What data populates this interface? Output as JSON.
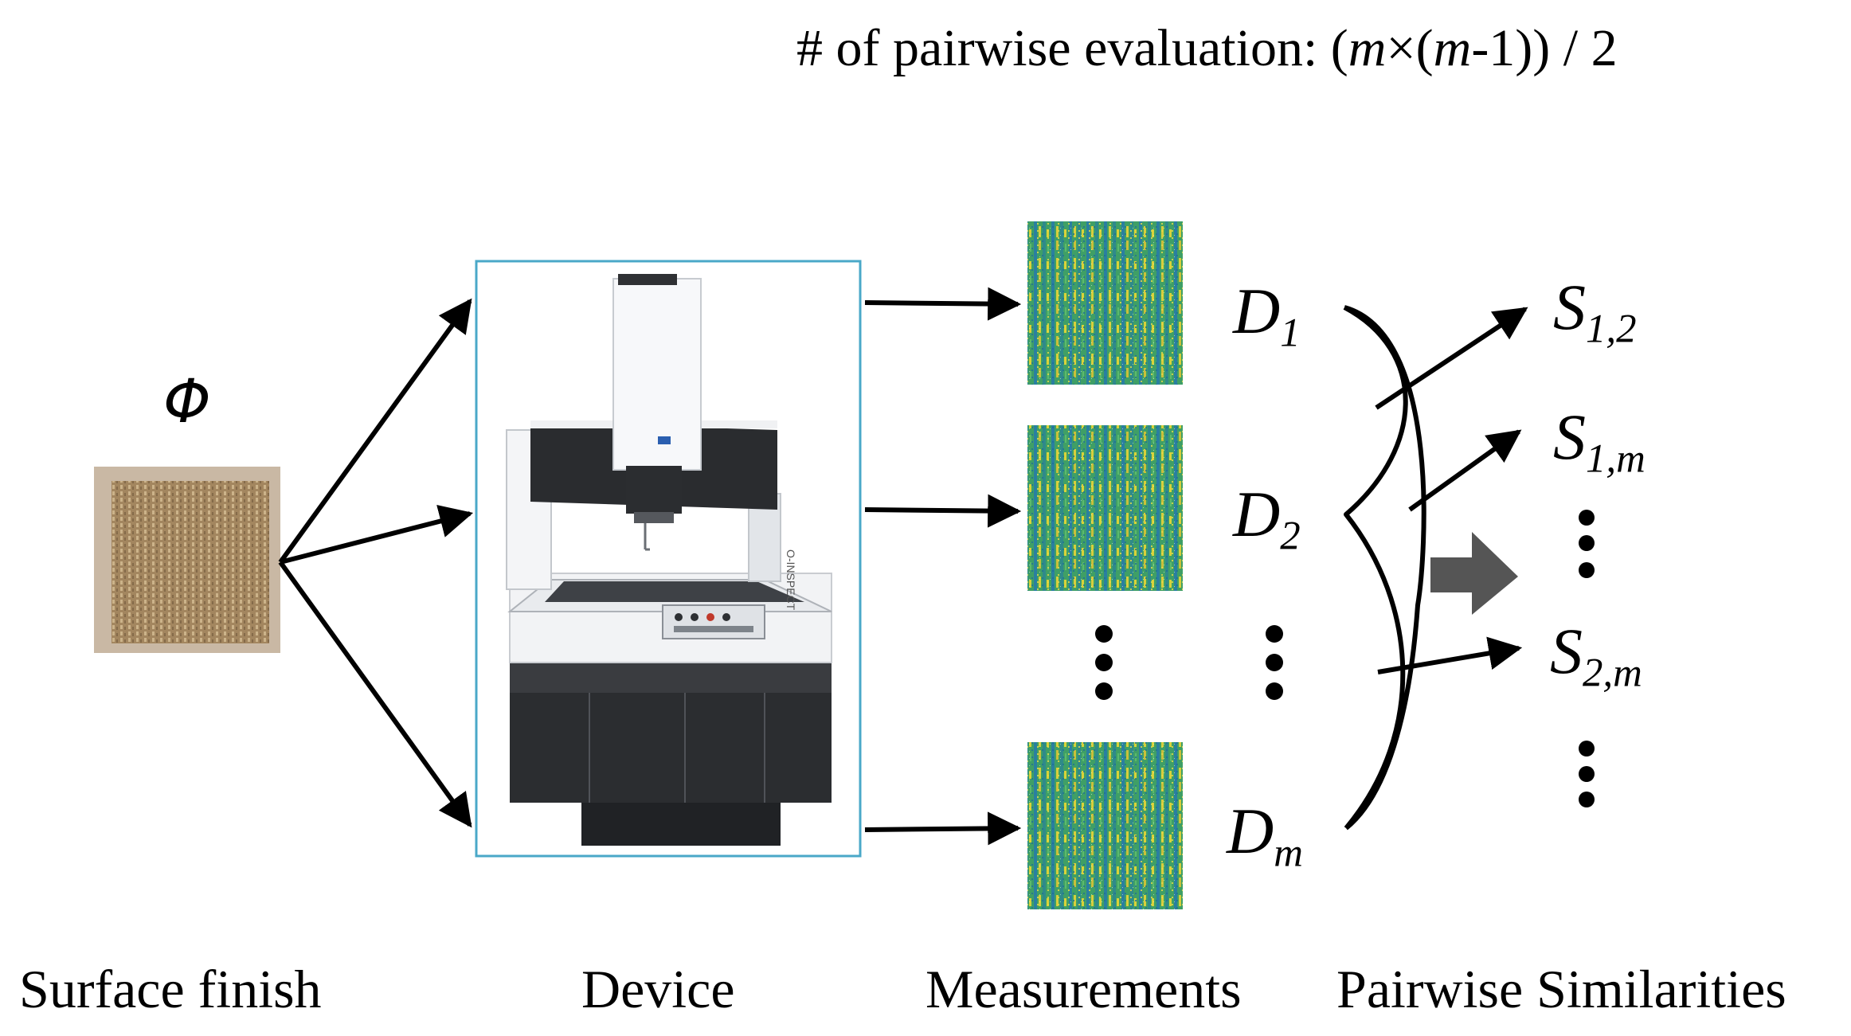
{
  "formula": {
    "prefix": "# of pairwise evaluation: (",
    "m1": "m",
    "times": "×(",
    "m2": "m",
    "suffix": "-1)) / 2"
  },
  "labels": {
    "surface_finish": "Surface finish",
    "device": "Device",
    "measurements": "Measurements",
    "pairwise_similarities": "Pairwise Similarities"
  },
  "surface_symbol": "Φ",
  "measurements": [
    {
      "base": "D",
      "sub": "1"
    },
    {
      "base": "D",
      "sub": "2"
    },
    {
      "base": "D",
      "sub": "m"
    }
  ],
  "similarities": [
    {
      "base": "S",
      "sub": "1,2"
    },
    {
      "base": "S",
      "sub": "1,m"
    },
    {
      "base": "S",
      "sub": "2,m"
    }
  ],
  "device": {
    "brand_text": "O-INSPECT"
  },
  "colors": {
    "arrow": "#000000",
    "device_frame": "#4aa8c8",
    "big_arrow": "#555555",
    "sample_brown": "#a98a5e",
    "measurement_green": "#3fae6a",
    "measurement_blue": "#2a7fa0",
    "measurement_yellow": "#d9d23a"
  }
}
